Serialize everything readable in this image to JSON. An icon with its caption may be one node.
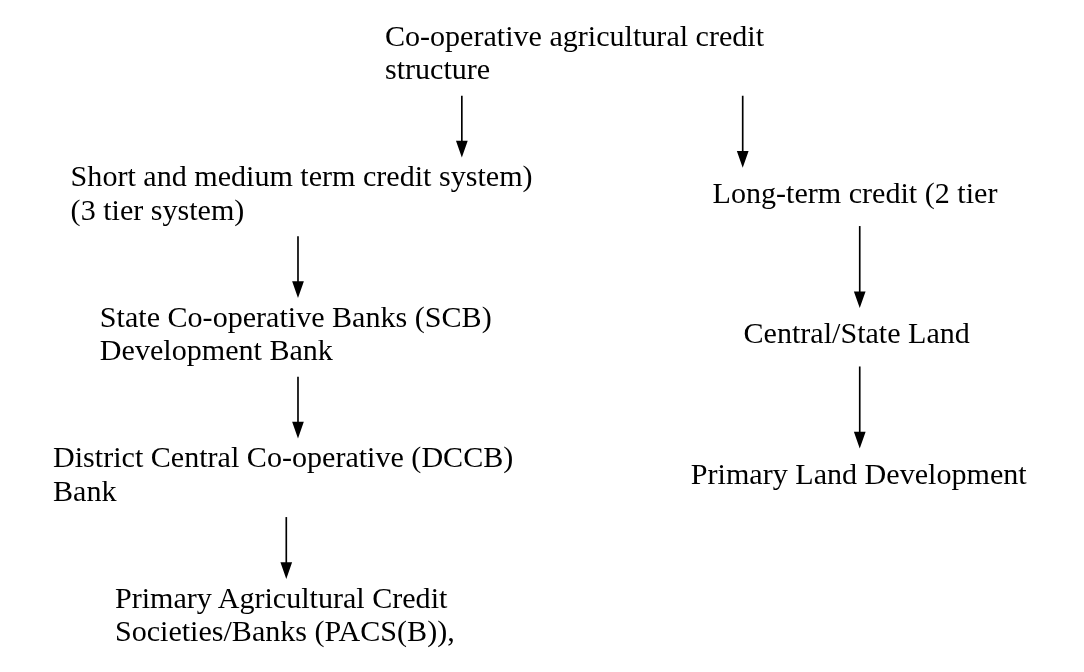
{
  "diagram": {
    "nodes": [
      {
        "text": [
          "Co-operative agricultural credit structure"
        ]
      },
      {
        "text": [
          "Short and medium term credit system) (3 tier system)"
        ]
      },
      {
        "text": [
          "Long-term credit (2 tier"
        ]
      },
      {
        "text": [
          "State Co-operative Banks (SCB) Development Bank"
        ]
      },
      {
        "text": [
          "Central/State Land"
        ]
      },
      {
        "text": [
          "District Central Co-operative (DCCB) Bank"
        ]
      },
      {
        "text": [
          "Primary Land Development"
        ]
      },
      {
        "text": [
          "Primary Agricultural Credit Societies/Banks (PACS(B)),"
        ]
      }
    ],
    "edges": [
      {
        "from": 0,
        "to": 1,
        "arrow": "to"
      },
      {
        "from": 0,
        "to": 2,
        "arrow": "to"
      },
      {
        "from": 1,
        "to": 3,
        "arrow": "to"
      },
      {
        "from": 2,
        "to": 4,
        "arrow": "to"
      },
      {
        "from": 3,
        "to": 5,
        "arrow": "to"
      },
      {
        "from": 4,
        "to": 6,
        "arrow": "to"
      },
      {
        "from": 5,
        "to": 7,
        "arrow": "to"
      }
    ]
  }
}
